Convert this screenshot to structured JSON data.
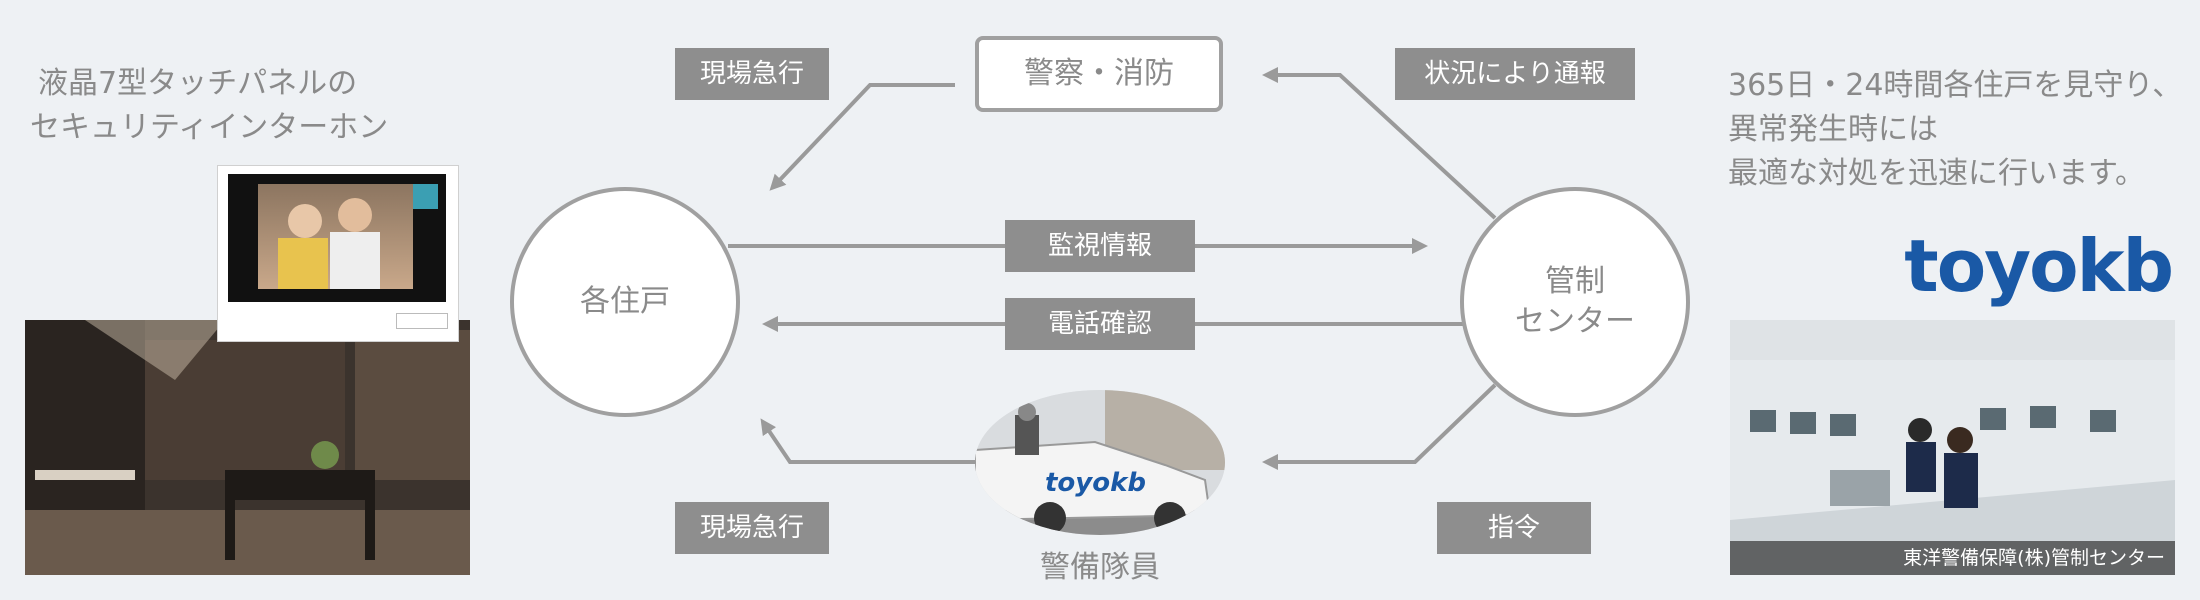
{
  "left_caption": {
    "line1": "液晶7型タッチパネルの",
    "line2": "セキュリティインターホン"
  },
  "right_caption": {
    "line1": "365日・24時間各住戸を見守り、",
    "line2": "異常発生時には",
    "line3": "最適な対処を迅速に行います。"
  },
  "nodes": {
    "residence": "各住戸",
    "center_line1": "管制",
    "center_line2": "センター",
    "police_fire": "警察・消防",
    "guard": "警備隊員"
  },
  "tags": {
    "rush_top": "現場急行",
    "report": "状況により通報",
    "monitor": "監視情報",
    "phone": "電話確認",
    "rush_bottom": "現場急行",
    "command": "指令"
  },
  "brand": {
    "logo": "toyokb",
    "car_logo": "toyokb"
  },
  "photo_caption": "東洋警備保障(株)管制センター",
  "colors": {
    "background": "#eef1f4",
    "tag": "#8e8e8e",
    "arrow": "#9a9a9a",
    "logo": "#1a59a6"
  }
}
